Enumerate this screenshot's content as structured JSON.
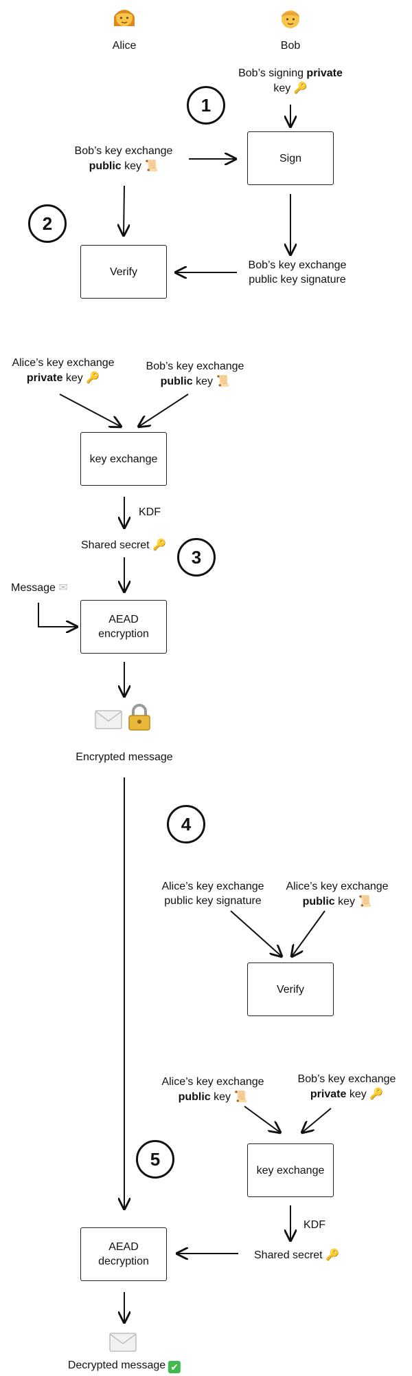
{
  "participants": {
    "alice": "Alice",
    "bob": "Bob"
  },
  "steps": [
    "1",
    "2",
    "3",
    "4",
    "5"
  ],
  "boxes": {
    "sign": "Sign",
    "verify1": "Verify",
    "key_exchange1": "key exchange",
    "aead_encryption": [
      "AEAD",
      "encryption"
    ],
    "verify2": "Verify",
    "key_exchange2": "key exchange",
    "aead_decryption": [
      "AEAD",
      "decryption"
    ]
  },
  "labels": {
    "bob_signing_private_key": {
      "line1_pre": "Bob’s signing ",
      "line1_bold": "private",
      "line2": "key"
    },
    "bob_kx_public_key_1": {
      "line1": "Bob’s key exchange",
      "bold": "public",
      "rest": " key"
    },
    "bob_kx_pubkey_signature": {
      "line1": "Bob’s key exchange",
      "line2": "public key signature"
    },
    "alice_kx_private_key": {
      "line1": "Alice’s key exchange",
      "bold": "private",
      "rest": " key"
    },
    "bob_kx_public_key_2": {
      "line1": "Bob’s key exchange",
      "bold": "public",
      "rest": " key"
    },
    "kdf1": "KDF",
    "shared_secret_1": "Shared secret",
    "message": "Message",
    "encrypted_message": "Encrypted message",
    "alice_kx_pubkey_signature": {
      "line1": "Alice’s key exchange",
      "line2": "public key signature"
    },
    "alice_kx_public_key_1": {
      "line1": "Alice’s key exchange",
      "bold": "public",
      "rest": " key"
    },
    "alice_kx_public_key_2": {
      "line1": "Alice’s key exchange",
      "bold": "public",
      "rest": " key"
    },
    "bob_kx_private_key": {
      "line1": "Bob’s key exchange",
      "bold": "private",
      "rest": " key"
    },
    "kdf2": "KDF",
    "shared_secret_2": "Shared secret",
    "decrypted_message": "Decrypted message"
  },
  "icons": {
    "key": "🔑",
    "scroll": "📜",
    "envelope": "✉",
    "lock": "🔒",
    "check": "✔",
    "alice_avatar": "woman-face-icon",
    "bob_avatar": "man-face-icon"
  },
  "colors": {
    "stroke": "#111111",
    "key": "#d6a418",
    "scroll": "#b07a3c",
    "check": "#3fb950"
  }
}
